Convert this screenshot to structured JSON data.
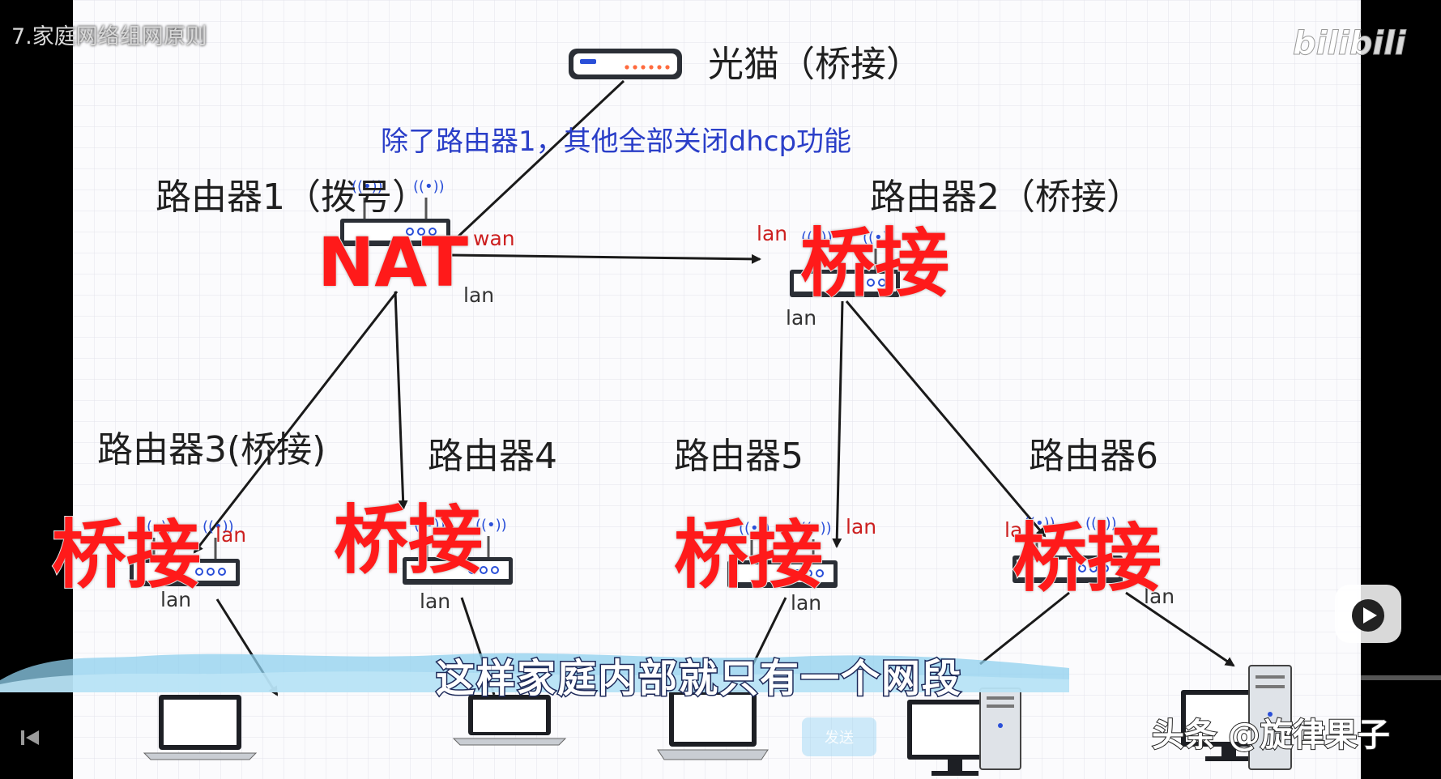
{
  "video": {
    "title": "7.家庭网络组网原则",
    "logo": "bilibili",
    "subtitle": "这样家庭内部就只有一个网段",
    "watermark": "头条 @旋律果子",
    "send_button": "发送"
  },
  "diagram": {
    "modem_label": "光猫（桥接）",
    "note": "除了路由器1，其他全部关闭dhcp功能",
    "router1_label": "路由器1（拨号）",
    "router1_tag": "NAT",
    "router2_label": "路由器2（桥接）",
    "router3_label": "路由器3(桥接)",
    "router4_label": "路由器4",
    "router5_label": "路由器5",
    "router6_label": "路由器6",
    "bridge_tag": "桥接",
    "port_wan": "wan",
    "port_lan": "lan",
    "port_lan_partial": "la"
  },
  "colors": {
    "background": "#ffffff",
    "grid": "#e6e6ee",
    "red_tag": "#ff1a1a",
    "note_blue": "#2a3ec8",
    "line": "#1a1a1a",
    "water": "#8fd0ee"
  }
}
